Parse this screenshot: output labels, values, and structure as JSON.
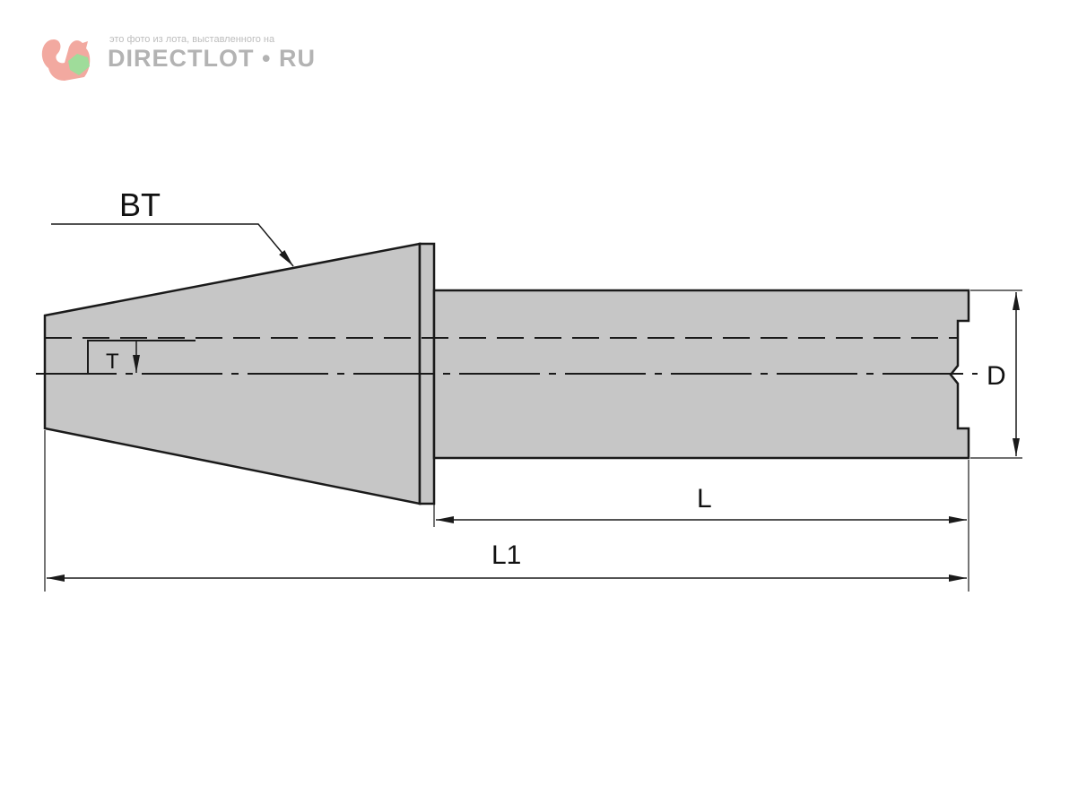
{
  "watermark": {
    "caption": "это фото из лота, выставленного на",
    "brand": "DIRECTLOT • RU"
  },
  "drawing": {
    "labels": {
      "taper": "BT",
      "offset": "T",
      "diameter": "D",
      "length": "L",
      "total_length": "L1"
    }
  },
  "colors": {
    "body_fill": "#c6c6c6",
    "line": "#1a1a1a"
  }
}
